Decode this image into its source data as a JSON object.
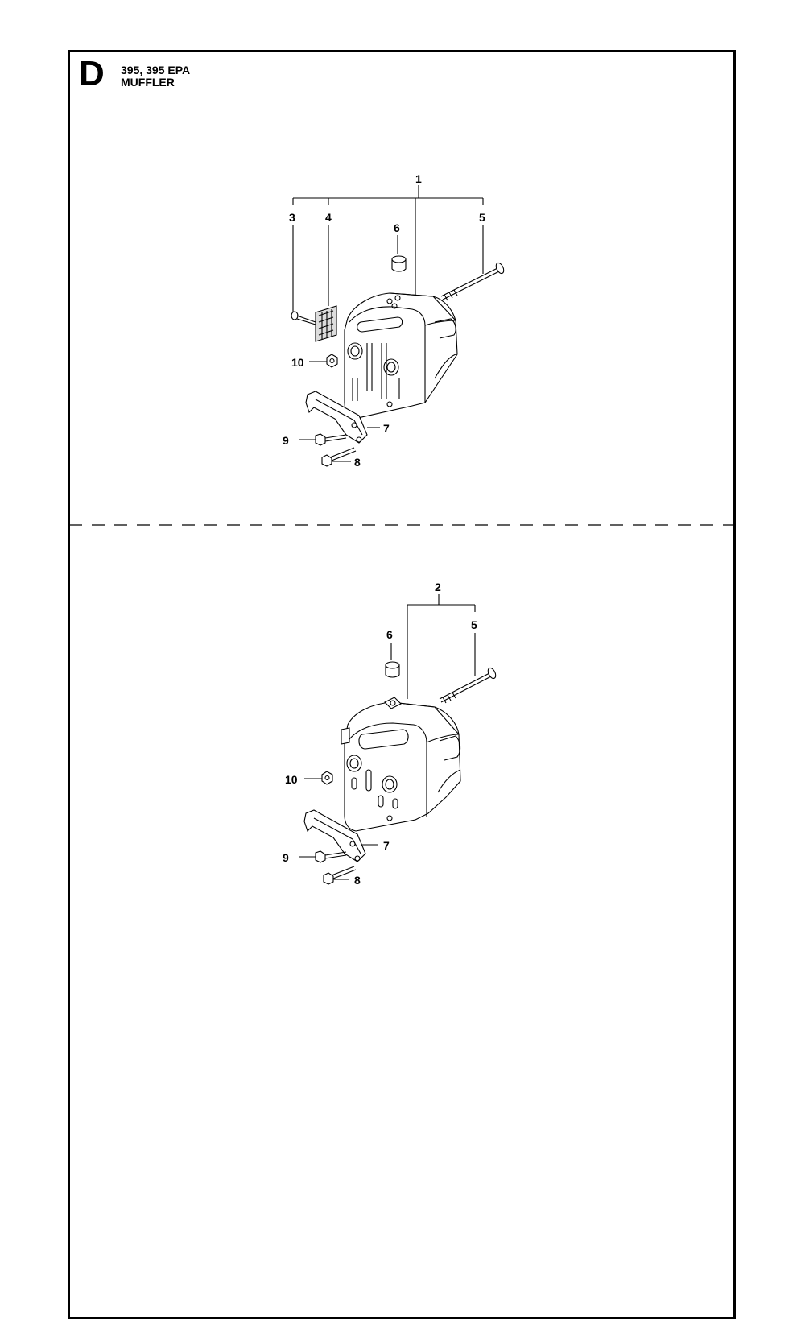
{
  "header": {
    "section_letter": "D",
    "model": "395, 395 EPA",
    "title": "MUFFLER"
  },
  "diagrams": [
    {
      "callouts": [
        "1",
        "3",
        "4",
        "5",
        "6",
        "10",
        "7",
        "9",
        "8"
      ]
    },
    {
      "callouts": [
        "2",
        "5",
        "6",
        "10",
        "7",
        "9",
        "8"
      ]
    }
  ]
}
